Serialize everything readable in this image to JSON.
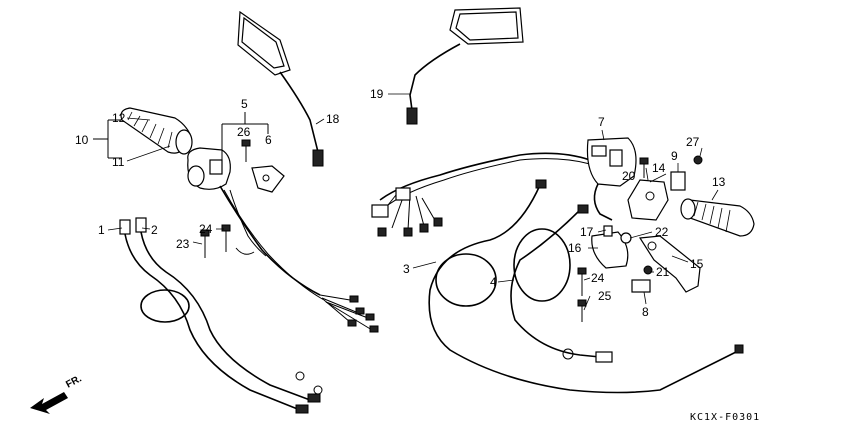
{
  "diagram": {
    "code": "KC1X-F0301",
    "direction_label": "FR.",
    "callouts": [
      {
        "id": "c1",
        "text": "1"
      },
      {
        "id": "c2",
        "text": "2"
      },
      {
        "id": "c3",
        "text": "3"
      },
      {
        "id": "c4",
        "text": "4"
      },
      {
        "id": "c5",
        "text": "5"
      },
      {
        "id": "c6",
        "text": "6"
      },
      {
        "id": "c7",
        "text": "7"
      },
      {
        "id": "c8",
        "text": "8"
      },
      {
        "id": "c9",
        "text": "9"
      },
      {
        "id": "c10",
        "text": "10"
      },
      {
        "id": "c11",
        "text": "11"
      },
      {
        "id": "c12",
        "text": "12"
      },
      {
        "id": "c13",
        "text": "13"
      },
      {
        "id": "c14",
        "text": "14"
      },
      {
        "id": "c15",
        "text": "15"
      },
      {
        "id": "c16",
        "text": "16"
      },
      {
        "id": "c17",
        "text": "17"
      },
      {
        "id": "c18",
        "text": "18"
      },
      {
        "id": "c19",
        "text": "19"
      },
      {
        "id": "c20",
        "text": "20"
      },
      {
        "id": "c21",
        "text": "21"
      },
      {
        "id": "c22",
        "text": "22"
      },
      {
        "id": "c23",
        "text": "23"
      },
      {
        "id": "c24a",
        "text": "24"
      },
      {
        "id": "c24b",
        "text": "24"
      },
      {
        "id": "c25",
        "text": "25"
      },
      {
        "id": "c26",
        "text": "26"
      },
      {
        "id": "c27",
        "text": "27"
      }
    ]
  }
}
